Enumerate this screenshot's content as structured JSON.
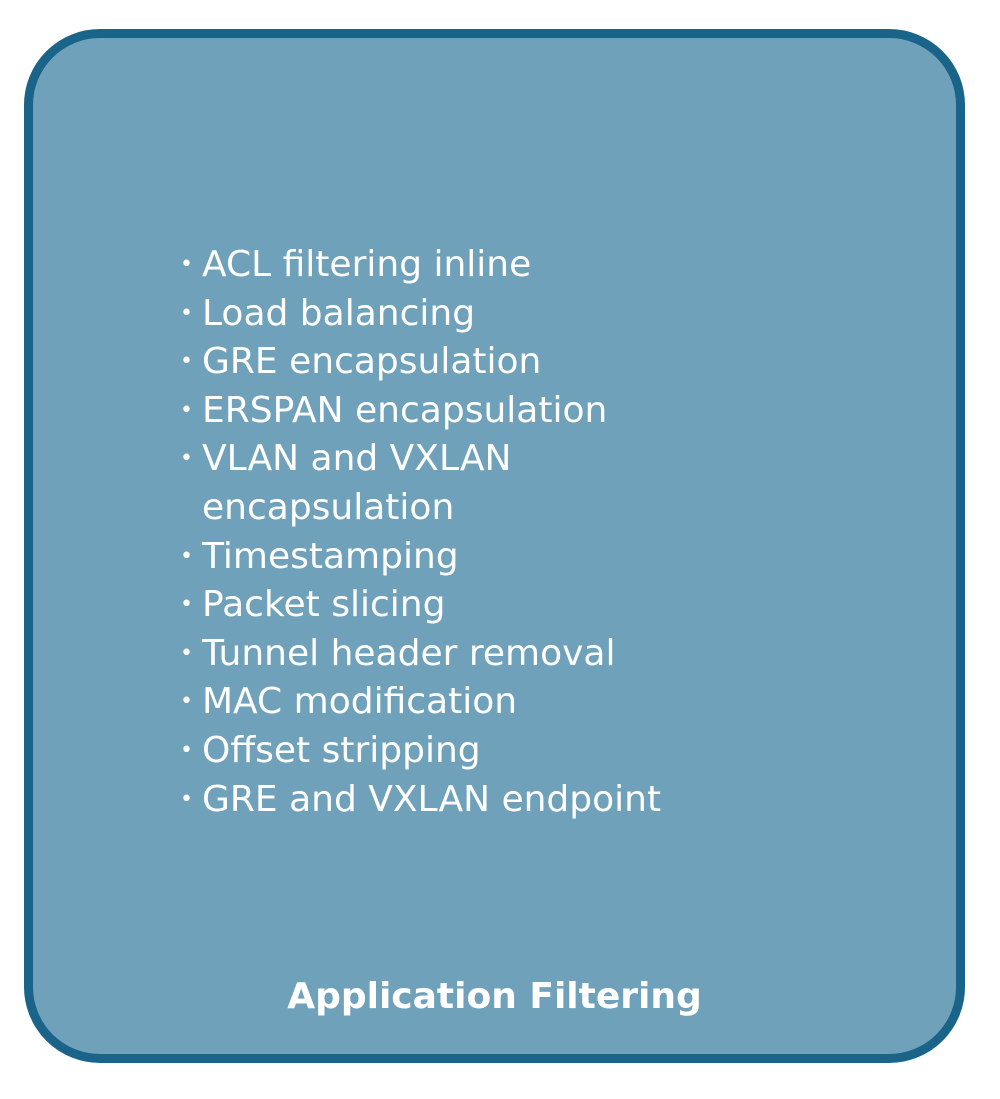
{
  "card": {
    "title": "Application Filtering",
    "bullet_glyph": "•",
    "items": [
      "ACL filtering inline",
      "Load balancing",
      "GRE encapsulation",
      "ERSPAN encapsulation",
      "VLAN and VXLAN encapsulation",
      "Timestamping",
      "Packet slicing",
      "Tunnel header removal",
      "MAC modification",
      "Offset stripping",
      "GRE and VXLAN endpoint"
    ]
  },
  "colors": {
    "card_fill": "#6fa2ba",
    "card_border": "#1a6489",
    "text": "#ffffff"
  }
}
